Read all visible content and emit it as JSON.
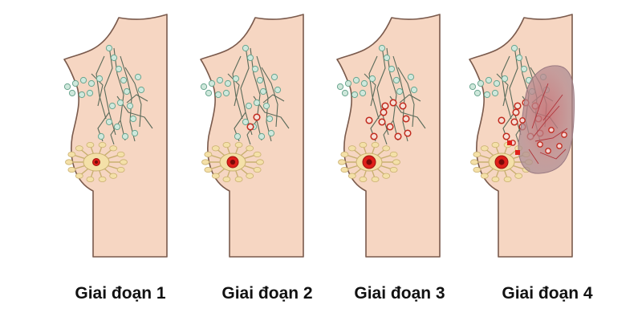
{
  "colors": {
    "skin": "#f6d6c2",
    "outline": "#7a5a4c",
    "lymph_vessel": "#5a6b5a",
    "lymph_node": "#cfe8dc",
    "lymph_node_stroke": "#6aa58f",
    "gland": "#f4e0a8",
    "gland_stroke": "#c9b070",
    "tumor_outer": "#e0201a",
    "tumor_inner": "#7a0a08",
    "metastasis_stroke": "#c12a1e",
    "spread_area": "#b58a8f"
  },
  "stages": [
    {
      "label": "Giai đoạn 1",
      "tumor_size": "small",
      "node_involvement": "none",
      "distant_spread": false
    },
    {
      "label": "Giai đoạn 2",
      "tumor_size": "medium",
      "node_involvement": "few",
      "distant_spread": false
    },
    {
      "label": "Giai đoạn 3",
      "tumor_size": "large",
      "node_involvement": "many",
      "distant_spread": false
    },
    {
      "label": "Giai đoạn 4",
      "tumor_size": "large",
      "node_involvement": "many",
      "distant_spread": true
    }
  ]
}
